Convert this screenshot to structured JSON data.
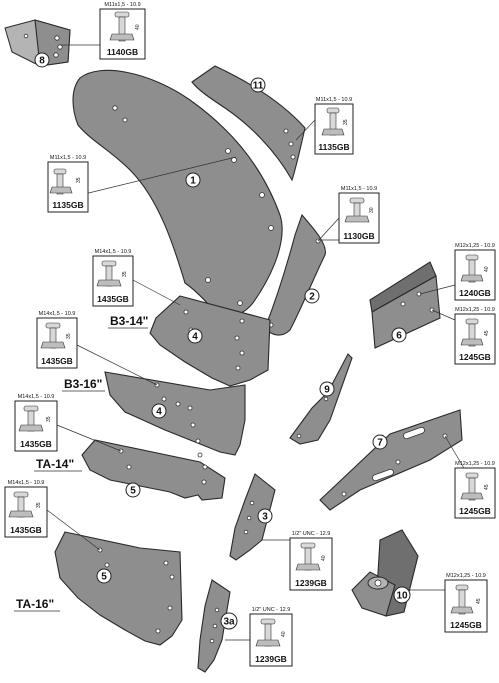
{
  "parts": {
    "p1": {
      "number": "1"
    },
    "p2": {
      "number": "2"
    },
    "p3": {
      "number": "3"
    },
    "p3a": {
      "number": "3a"
    },
    "p4a": {
      "number": "4"
    },
    "p4b": {
      "number": "4"
    },
    "p5a": {
      "number": "5"
    },
    "p5b": {
      "number": "5"
    },
    "p6": {
      "number": "6"
    },
    "p7": {
      "number": "7"
    },
    "p8": {
      "number": "8"
    },
    "p9": {
      "number": "9"
    },
    "p10": {
      "number": "10"
    },
    "p11": {
      "number": "11"
    }
  },
  "model_labels": {
    "b3_14": "B3-14\"",
    "b3_16": "B3-16\"",
    "ta_14": "TA-14\"",
    "ta_16": "TA-16\""
  },
  "bolts": {
    "b1140": {
      "spec": "M11x1,5 - 10.9",
      "code": "1140GB",
      "dim": "40"
    },
    "b1135_top": {
      "spec": "M11x1,5 - 10.9",
      "code": "1135GB",
      "dim": "35"
    },
    "b1135_left": {
      "spec": "M11x1,5 - 10.9",
      "code": "1135GB",
      "dim": "35"
    },
    "b1130": {
      "spec": "M11x1,5 - 10.9",
      "code": "1130GB",
      "dim": "30"
    },
    "b1435_a": {
      "spec": "M14x1,5 - 10.9",
      "code": "1435GB",
      "dim": "35"
    },
    "b1435_b": {
      "spec": "M14x1,5 - 10.9",
      "code": "1435GB",
      "dim": "35"
    },
    "b1435_c": {
      "spec": "M14x1,5 - 10.9",
      "code": "1435GB",
      "dim": "35"
    },
    "b1435_d": {
      "spec": "M14x1,5 - 10.9",
      "code": "1435GB",
      "dim": "35"
    },
    "b1240": {
      "spec": "M12x1,25 - 10.9",
      "code": "1240GB",
      "dim": "40"
    },
    "b1245_a": {
      "spec": "M12x1,25 - 10.9",
      "code": "1245GB",
      "dim": "45"
    },
    "b1245_b": {
      "spec": "M12x1,25 - 10.9",
      "code": "1245GB",
      "dim": "45"
    },
    "b1245_c": {
      "spec": "M12x1,25 - 10.9",
      "code": "1245GB",
      "dim": "45"
    },
    "b1239_a": {
      "spec": "1/2\" UNC - 12.9",
      "code": "1239GB",
      "dim": "40"
    },
    "b1239_b": {
      "spec": "1/2\" UNC - 12.9",
      "code": "1239GB",
      "dim": "40"
    }
  }
}
